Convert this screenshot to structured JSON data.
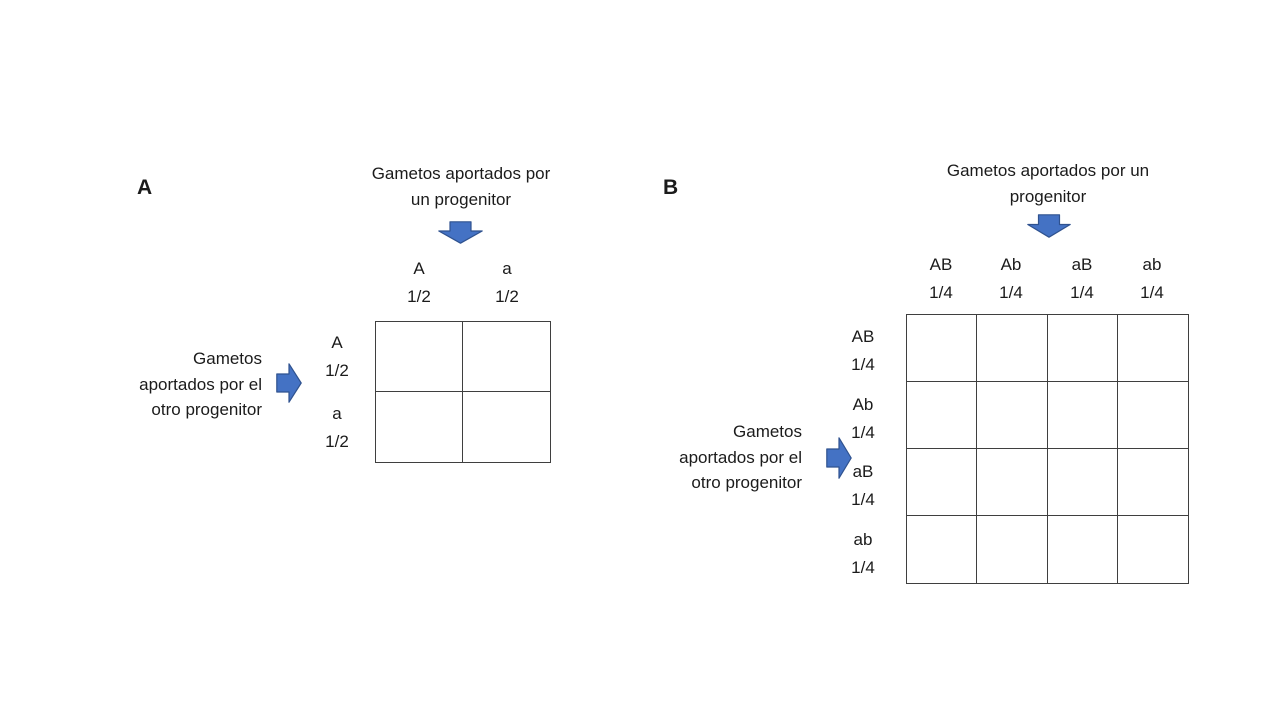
{
  "slide": {
    "background": "#ffffff"
  },
  "colors": {
    "arrow_fill": "#4472c4",
    "arrow_border": "#2f528f",
    "grid_line": "#3f3f3f",
    "text": "#1b1b1b"
  },
  "panel_a": {
    "label": "A",
    "top_caption": {
      "lines": [
        "Gametos aportados por",
        "un progenitor"
      ]
    },
    "left_caption": {
      "lines": [
        "Gametos",
        "aportados por el",
        "otro progenitor"
      ]
    },
    "column_headers": [
      {
        "genotype": "A",
        "fraction": "1/2"
      },
      {
        "genotype": "a",
        "fraction": "1/2"
      }
    ],
    "row_headers": [
      {
        "genotype": "A",
        "fraction": "1/2"
      },
      {
        "genotype": "a",
        "fraction": "1/2"
      }
    ],
    "grid": {
      "rows": 2,
      "cols": 2,
      "cells_empty": true
    }
  },
  "panel_b": {
    "label": "B",
    "top_caption": {
      "lines": [
        "Gametos aportados por un",
        "progenitor"
      ]
    },
    "left_caption": {
      "lines": [
        "Gametos",
        "aportados por el",
        "otro progenitor"
      ]
    },
    "column_headers": [
      {
        "genotype": "AB",
        "fraction": "1/4"
      },
      {
        "genotype": "Ab",
        "fraction": "1/4"
      },
      {
        "genotype": "aB",
        "fraction": "1/4"
      },
      {
        "genotype": "ab",
        "fraction": "1/4"
      }
    ],
    "row_headers": [
      {
        "genotype": "AB",
        "fraction": "1/4"
      },
      {
        "genotype": "Ab",
        "fraction": "1/4"
      },
      {
        "genotype": "aB",
        "fraction": "1/4"
      },
      {
        "genotype": "ab",
        "fraction": "1/4"
      }
    ],
    "grid": {
      "rows": 4,
      "cols": 4,
      "cells_empty": true
    }
  }
}
